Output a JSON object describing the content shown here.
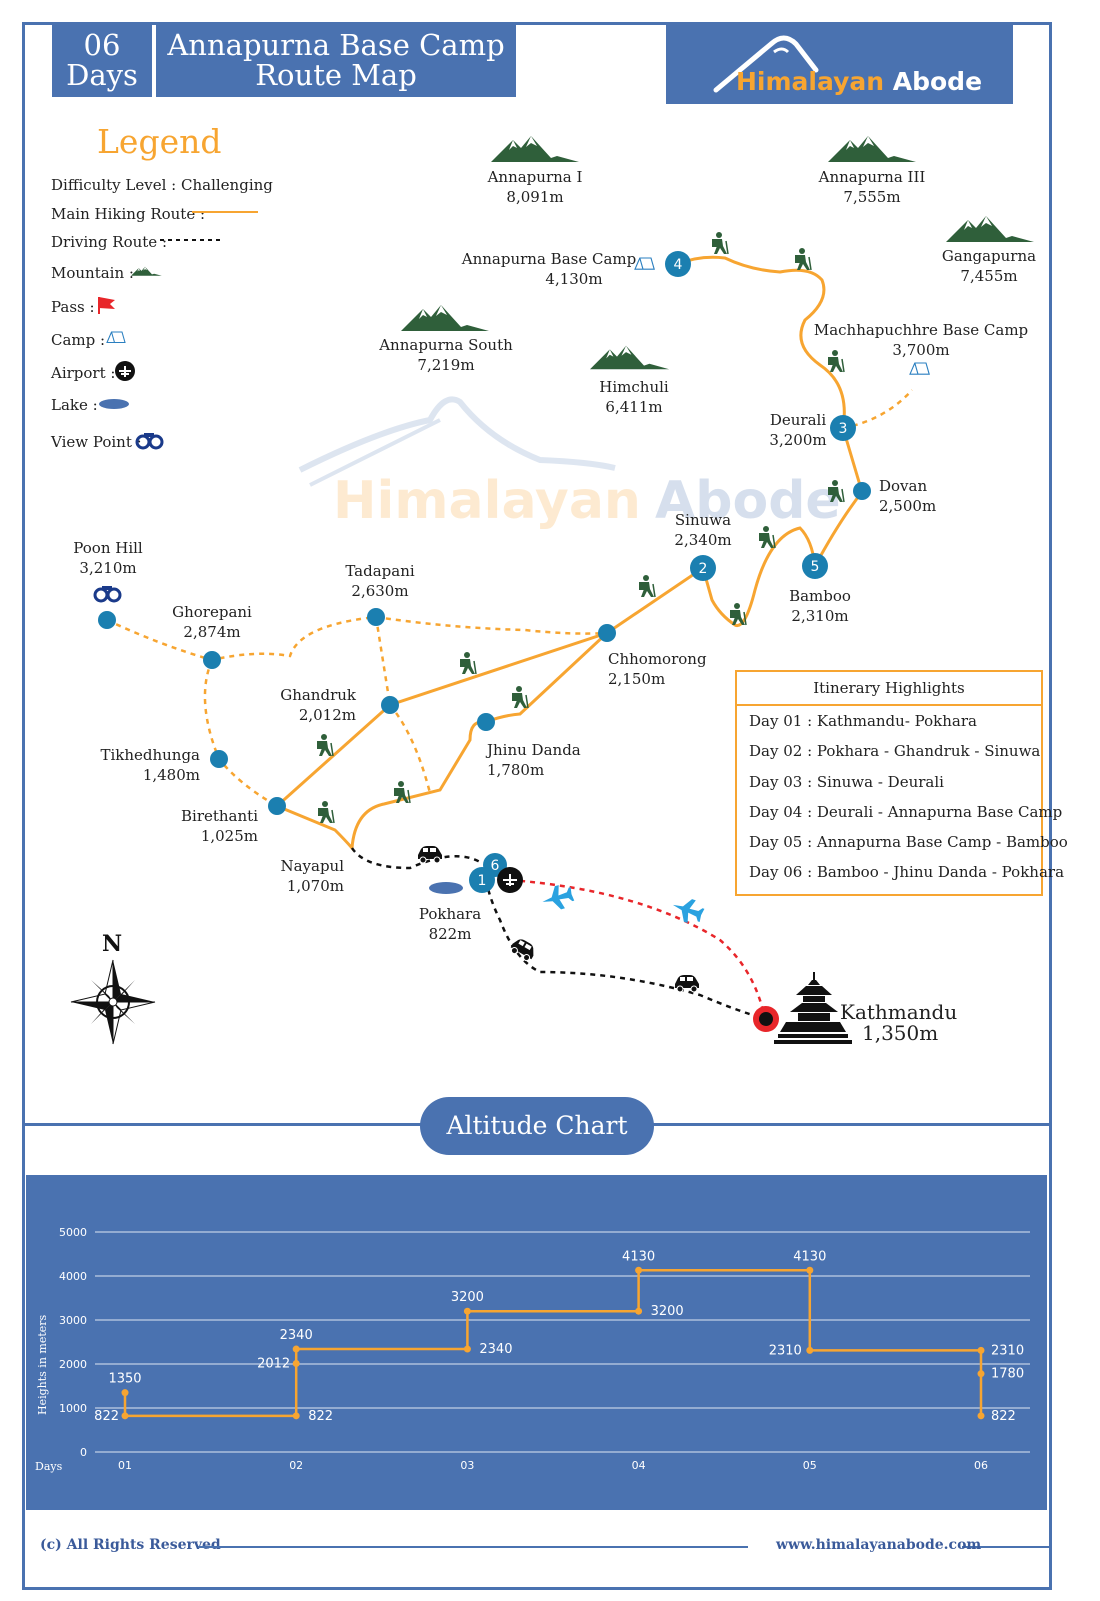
{
  "header": {
    "days_num": "06",
    "days_word": "Days",
    "title_line1": "Annapurna Base Camp",
    "title_line2": "Route Map",
    "brand_part1": "Himalayan",
    "brand_part2": "Abode"
  },
  "legend": {
    "title": "Legend",
    "difficulty_label": "Difficulty Level :",
    "difficulty_value": "Challenging",
    "main_route": "Main Hiking Route :",
    "driving_route": "Driving Route :",
    "mountain": "Mountain :",
    "pass": "Pass :",
    "camp": "Camp :",
    "airport": "Airport :",
    "lake": "Lake :",
    "view_point": "View Point :"
  },
  "watermark": {
    "part1": "Himalayan",
    "part2": "Abode"
  },
  "mountains": [
    {
      "name": "Annapurna I",
      "alt": "8,091m"
    },
    {
      "name": "Annapurna III",
      "alt": "7,555m"
    },
    {
      "name": "Gangapurna",
      "alt": "7,455m"
    },
    {
      "name": "Annapurna South",
      "alt": "7,219m"
    },
    {
      "name": "Himchuli",
      "alt": "6,411m"
    }
  ],
  "places": {
    "abc": {
      "name": "Annapurna Base Camp",
      "alt": "4,130m"
    },
    "mbc": {
      "name": "Machhapuchhre Base Camp",
      "alt": "3,700m"
    },
    "deurali": {
      "name": "Deurali",
      "alt": "3,200m"
    },
    "dovan": {
      "name": "Dovan",
      "alt": "2,500m"
    },
    "sinuwa": {
      "name": "Sinuwa",
      "alt": "2,340m"
    },
    "bamboo": {
      "name": "Bamboo",
      "alt": "2,310m"
    },
    "poonhill": {
      "name": "Poon Hill",
      "alt": "3,210m"
    },
    "ghorepani": {
      "name": "Ghorepani",
      "alt": "2,874m"
    },
    "tadapani": {
      "name": "Tadapani",
      "alt": "2,630m"
    },
    "chhomorong": {
      "name": "Chhomorong",
      "alt": "2,150m"
    },
    "ghandruk": {
      "name": "Ghandruk",
      "alt": "2,012m"
    },
    "jhinu": {
      "name": "Jhinu Danda",
      "alt": "1,780m"
    },
    "tikhedhunga": {
      "name": "Tikhedhunga",
      "alt": "1,480m"
    },
    "birethanti": {
      "name": "Birethanti",
      "alt": "1,025m"
    },
    "nayapul": {
      "name": "Nayapul",
      "alt": "1,070m"
    },
    "pokhara": {
      "name": "Pokhara",
      "alt": "822m"
    },
    "kathmandu": {
      "name": "Kathmandu",
      "alt": "1,350m"
    }
  },
  "stop_numbers": [
    "1",
    "2",
    "3",
    "4",
    "5",
    "6"
  ],
  "compass_label": "N",
  "itinerary": {
    "title": "Itinerary Highlights",
    "days": [
      "Day 01 : Kathmandu- Pokhara",
      "Day 02 : Pokhara - Ghandruk - Sinuwa",
      "Day 03 : Sinuwa - Deurali",
      "Day 04 : Deurali - Annapurna Base Camp",
      "Day 05 : Annapurna Base Camp - Bamboo",
      "Day 06 : Bamboo - Jhinu Danda - Pokhara"
    ]
  },
  "altitude_title": "Altitude Chart",
  "chart_data": {
    "type": "line",
    "title": "",
    "xlabel": "Days",
    "ylabel": "Heights in meters",
    "ylim": [
      0,
      5000
    ],
    "yticks": [
      "0",
      "1000",
      "2000",
      "3000",
      "4000",
      "5000"
    ],
    "categories": [
      "01",
      "02",
      "03",
      "04",
      "05",
      "06"
    ],
    "points": [
      {
        "day": 1,
        "value": 1350
      },
      {
        "day": 1,
        "value": 822
      },
      {
        "day": 2,
        "value": 822
      },
      {
        "day": 2,
        "value": 2012
      },
      {
        "day": 2,
        "value": 2340
      },
      {
        "day": 3,
        "value": 2340
      },
      {
        "day": 3,
        "value": 3200
      },
      {
        "day": 4,
        "value": 3200
      },
      {
        "day": 4,
        "value": 4130
      },
      {
        "day": 5,
        "value": 4130
      },
      {
        "day": 5,
        "value": 2310
      },
      {
        "day": 6,
        "value": 2310
      },
      {
        "day": 6,
        "value": 1780
      },
      {
        "day": 6,
        "value": 822
      }
    ],
    "colors": {
      "line": "#f7a531",
      "background": "#4a72b0",
      "text": "#ffffff"
    }
  },
  "footer": {
    "copyright": "(c) All Rights Reserved",
    "website": "www.himalayanabode.com"
  },
  "colors": {
    "brand_blue": "#4a72b0",
    "route_orange": "#f7a531",
    "node_blue": "#1b7fb0",
    "mountain_green": "#2f5f3a",
    "flight_red": "#e8262a"
  }
}
